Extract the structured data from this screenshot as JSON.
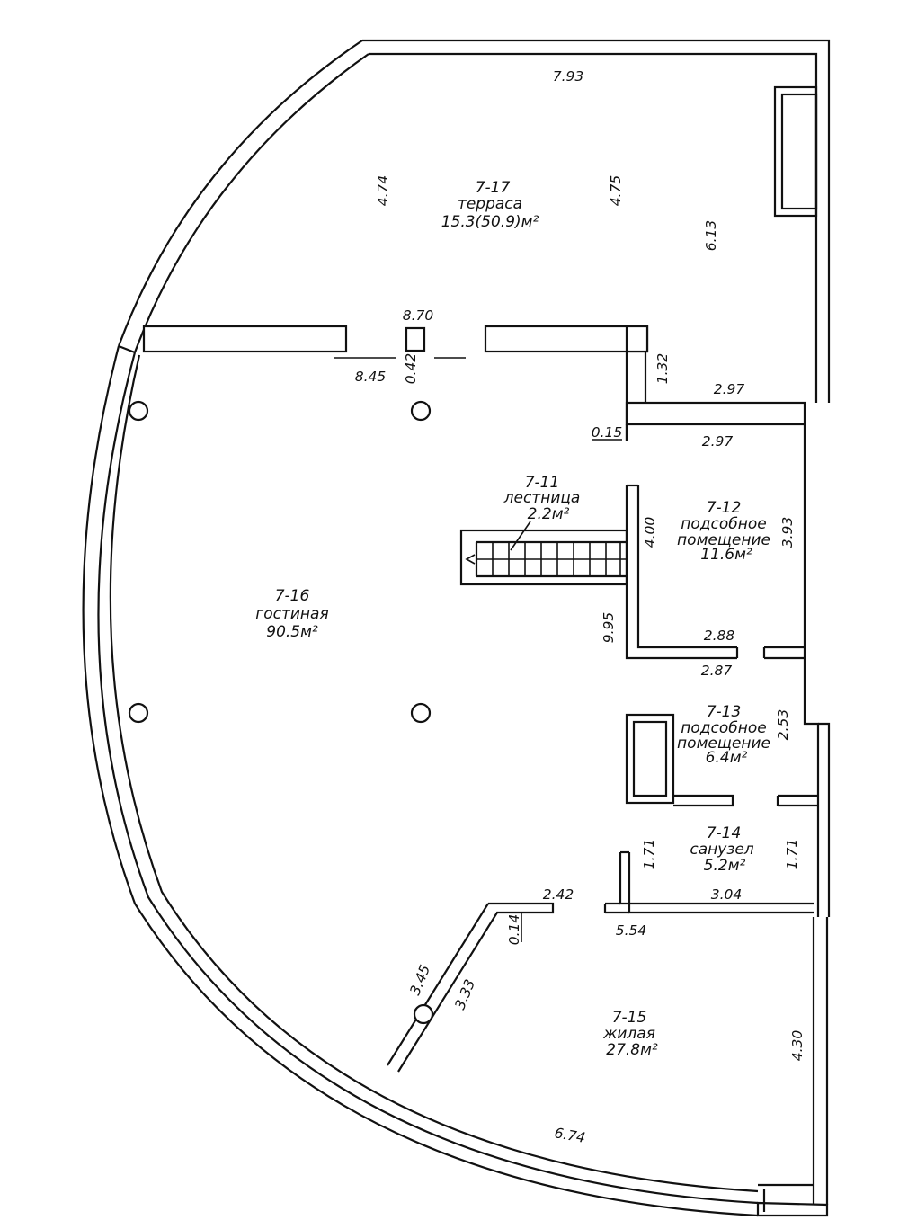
{
  "rooms": {
    "terrace": {
      "code": "7-17",
      "name": "терраса",
      "area": "15.3(50.9)м²"
    },
    "stairs": {
      "code": "7-11",
      "name": "лестница",
      "area": "2.2м²"
    },
    "utility12": {
      "code": "7-12",
      "name_line1": "подсобное",
      "name_line2": "помещение",
      "area": "11.6м²"
    },
    "living": {
      "code": "7-16",
      "name": "гостиная",
      "area": "90.5м²"
    },
    "utility13": {
      "code": "7-13",
      "name_line1": "подсобное",
      "name_line2": "помещение",
      "area": "6.4м²"
    },
    "bathroom": {
      "code": "7-14",
      "name": "санузел",
      "area": "5.2м²"
    },
    "bedroom": {
      "code": "7-15",
      "name": "жилая",
      "area": "27.8м²"
    }
  },
  "dimensions": {
    "d_7_93": "7.93",
    "d_4_74": "4.74",
    "d_4_75": "4.75",
    "d_6_13": "6.13",
    "d_8_70": "8.70",
    "d_8_45": "8.45",
    "d_0_42": "0.42",
    "d_1_32": "1.32",
    "d_2_97a": "2.97",
    "d_0_15": "0.15",
    "d_2_97b": "2.97",
    "d_4_00": "4.00",
    "d_3_93": "3.93",
    "d_9_95": "9.95",
    "d_2_88": "2.88",
    "d_2_87": "2.87",
    "d_2_53": "2.53",
    "d_1_71a": "1.71",
    "d_1_71b": "1.71",
    "d_2_42": "2.42",
    "d_3_04": "3.04",
    "d_0_14": "0.14",
    "d_5_54": "5.54",
    "d_3_45": "3.45",
    "d_3_33": "3.33",
    "d_4_30": "4.30",
    "d_6_74": "6.74"
  }
}
